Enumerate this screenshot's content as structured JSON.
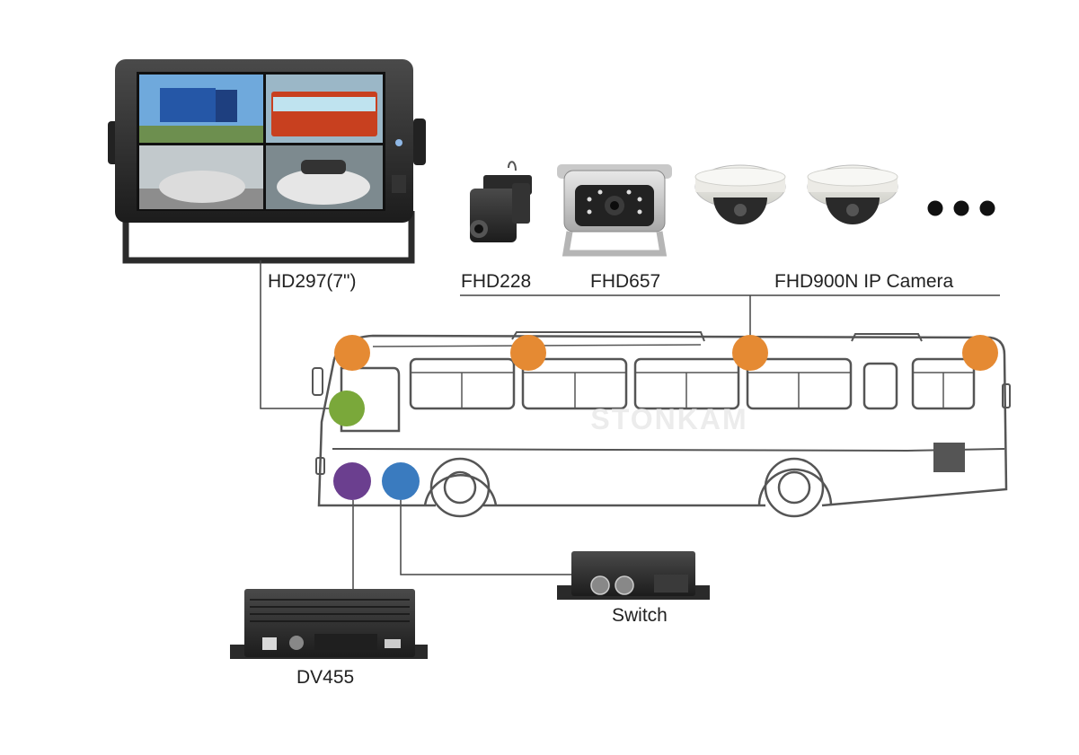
{
  "monitor": {
    "label": "HD297(7\")",
    "screen_panels": [
      "truck-view",
      "bus-view",
      "car-view",
      "sports-car-view"
    ]
  },
  "cameras": [
    {
      "label": "FHD228",
      "icon": "mini-camera-icon"
    },
    {
      "label": "FHD657",
      "icon": "backup-camera-icon"
    },
    {
      "label": "FHD900N IP Camera",
      "icon": "dome-camera-icon"
    }
  ],
  "more_indicator": "•••",
  "watermark": "STONKAM",
  "switch": {
    "label": "Switch"
  },
  "dvr": {
    "label": "DV455"
  },
  "colors": {
    "camera_node": "#e58a33",
    "monitor_node": "#7aa83a",
    "dvr_node": "#6b3f8f",
    "switch_node": "#3a7bbf",
    "bus_outline": "#555555",
    "line": "#444444"
  }
}
